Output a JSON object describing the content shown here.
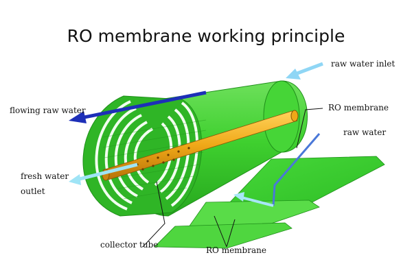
{
  "title": "RO membrane working principle",
  "labels": {
    "raw_water_inlet": "raw water inlet",
    "flowing_raw_water": "flowing raw water",
    "ro_membrane_top": "RO membrane",
    "raw_water": "raw water",
    "fresh_water_line1": "fresh water",
    "fresh_water_line2": "outlet",
    "collector_tube": "collector tube",
    "ro_membrane_bottom": "RO membrane"
  },
  "colors": {
    "membrane_green": "#38d42c",
    "membrane_dark": "#1f8f1a",
    "membrane_light": "#7ee86a",
    "spacer_white": "#f2fff0",
    "tube_orange": "#f0a818",
    "raw_arrow_blue": "#1d2fb8",
    "fresh_arrow_cyan": "#9fe4f6",
    "inlet_arrow_cyan": "#8fd6f5",
    "raw_water_line": "#4a78d8"
  },
  "icons": {
    "flowing_raw_water_arrow": "arrow-left-icon",
    "raw_water_inlet_arrow": "arrow-down-left-icon",
    "fresh_water_arrow": "arrow-left-icon"
  }
}
